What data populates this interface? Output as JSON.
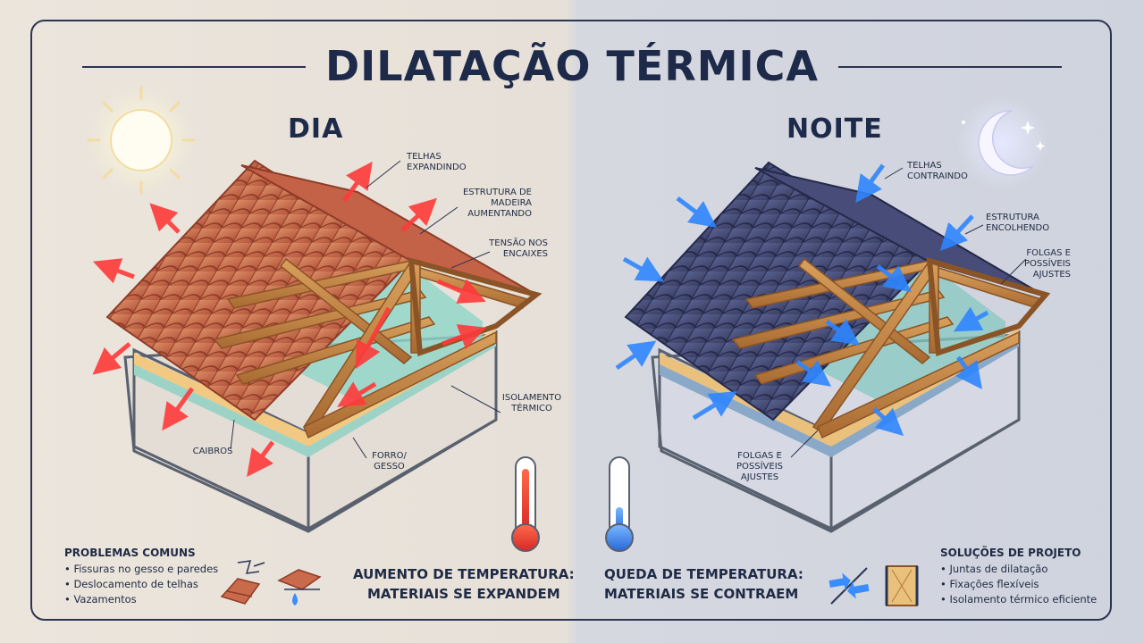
{
  "title": "DILATAÇÃO TÉRMICA",
  "day": {
    "heading": "DIA",
    "labels": {
      "tiles": "TELHAS\nEXPANDINDO",
      "structure": "ESTRUTURA DE\nMADEIRA\nAUMENTANDO",
      "tension": "TENSÃO NOS\nENCAIXES",
      "insulation": "ISOLAMENTO\nTÉRMICO",
      "rafters": "CAIBROS",
      "ceiling": "FORRO/\nGESSO"
    },
    "problems_heading": "PROBLEMAS COMUNS",
    "problems": [
      "Fissuras no gesso e paredes",
      "Deslocamento de telhas",
      "Vazamentos"
    ],
    "caption": "AUMENTO DE TEMPERATURA:\nMATERIAIS SE EXPANDEM"
  },
  "night": {
    "heading": "NOITE",
    "labels": {
      "tiles": "TELHAS\nCONTRAINDO",
      "structure": "ESTRUTURA\nENCOLHENDO",
      "gaps_right": "FOLGAS E\nPOSSÍVEIS\nAJUSTES",
      "gaps_bottom": "FOLGAS E\nPOSSÍVEIS\nAJUSTES"
    },
    "solutions_heading": "SOLUÇÕES DE PROJETO",
    "solutions": [
      "Juntas de dilatação",
      "Fixações flexíveis",
      "Isolamento térmico eficiente"
    ],
    "caption": "QUEDA DE TEMPERATURA:\nMATERIAIS SE CONTRAEM"
  },
  "icons": {
    "sun": "sun-icon",
    "moon": "moon-icon",
    "thermo_hot": "thermometer-hot-icon",
    "thermo_cold": "thermometer-cold-icon",
    "crack": "crack-icon",
    "tiles": "tiles-icon",
    "leak": "leak-icon",
    "joint": "expansion-joint-icon",
    "insulation": "insulation-icon"
  },
  "colors": {
    "heat": "#ff4a4a",
    "cold": "#3a8dff",
    "frame": "#2a3550",
    "tile_day": "#c96a4a",
    "tile_night": "#4a4f78"
  }
}
